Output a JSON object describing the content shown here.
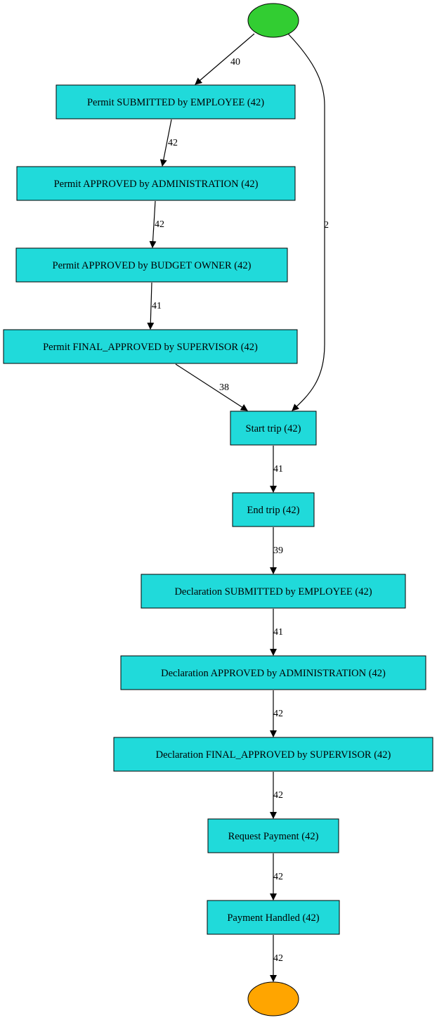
{
  "colors": {
    "start_node": "#32cd32",
    "end_node": "#ffa500",
    "activity_node": "#20dada",
    "edge": "#000000"
  },
  "nodes": {
    "start": {
      "label": "",
      "shape": "ellipse"
    },
    "permit_submitted_employee": {
      "label": "Permit SUBMITTED by EMPLOYEE (42)"
    },
    "permit_approved_administration": {
      "label": "Permit APPROVED by ADMINISTRATION (42)"
    },
    "permit_approved_budget_owner": {
      "label": "Permit APPROVED by BUDGET OWNER (42)"
    },
    "permit_final_approved_supervisor": {
      "label": "Permit FINAL_APPROVED by SUPERVISOR (42)"
    },
    "start_trip": {
      "label": "Start trip (42)"
    },
    "end_trip": {
      "label": "End trip (42)"
    },
    "declaration_submitted_employee": {
      "label": "Declaration SUBMITTED by EMPLOYEE (42)"
    },
    "declaration_approved_administration": {
      "label": "Declaration APPROVED by ADMINISTRATION (42)"
    },
    "declaration_final_approved_supervisor": {
      "label": "Declaration FINAL_APPROVED by SUPERVISOR (42)"
    },
    "request_payment": {
      "label": "Request Payment (42)"
    },
    "payment_handled": {
      "label": "Payment Handled (42)"
    },
    "end": {
      "label": "",
      "shape": "ellipse"
    }
  },
  "edges": {
    "start_to_permit_submitted": {
      "from": "start",
      "to": "permit_submitted_employee",
      "label": "40"
    },
    "start_to_start_trip": {
      "from": "start",
      "to": "start_trip",
      "label": "2"
    },
    "permit_submitted_to_permit_approved_admin": {
      "from": "permit_submitted_employee",
      "to": "permit_approved_administration",
      "label": "42"
    },
    "permit_approved_admin_to_budget_owner": {
      "from": "permit_approved_administration",
      "to": "permit_approved_budget_owner",
      "label": "42"
    },
    "budget_owner_to_final_approved": {
      "from": "permit_approved_budget_owner",
      "to": "permit_final_approved_supervisor",
      "label": "41"
    },
    "final_approved_to_start_trip": {
      "from": "permit_final_approved_supervisor",
      "to": "start_trip",
      "label": "38"
    },
    "start_trip_to_end_trip": {
      "from": "start_trip",
      "to": "end_trip",
      "label": "41"
    },
    "end_trip_to_declaration_submitted": {
      "from": "end_trip",
      "to": "declaration_submitted_employee",
      "label": "39"
    },
    "declaration_submitted_to_approved_admin": {
      "from": "declaration_submitted_employee",
      "to": "declaration_approved_administration",
      "label": "41"
    },
    "declaration_approved_admin_to_final": {
      "from": "declaration_approved_administration",
      "to": "declaration_final_approved_supervisor",
      "label": "42"
    },
    "declaration_final_to_request_payment": {
      "from": "declaration_final_approved_supervisor",
      "to": "request_payment",
      "label": "42"
    },
    "request_payment_to_payment_handled": {
      "from": "request_payment",
      "to": "payment_handled",
      "label": "42"
    },
    "payment_handled_to_end": {
      "from": "payment_handled",
      "to": "end",
      "label": "42"
    }
  }
}
